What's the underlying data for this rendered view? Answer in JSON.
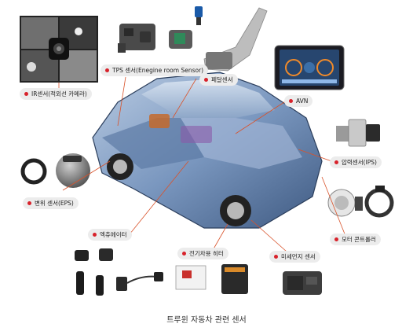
{
  "labels": {
    "ir_sensor": "IR센서(적외선 카메라)",
    "tps_sensor": "TPS 센서(Enegine room Sensor)",
    "pedal_sensor": "페달센서",
    "avn": "AVN",
    "pressure_sensor": "압력센서(IPS)",
    "displacement_sensor": "변위 센서(EPS)",
    "actuator": "엑츄에이터",
    "ev_heater": "전기차용 히터",
    "dust_sensor": "미세먼지 센서",
    "motor_controller": "모터 콘트롤러"
  },
  "caption": "트루윈 자동차 관련 센서",
  "colors": {
    "accent_dot": "#d8222b",
    "leader_line": "#d9532b",
    "label_bg": "#ececec",
    "car_body": "#6f8fb8"
  }
}
